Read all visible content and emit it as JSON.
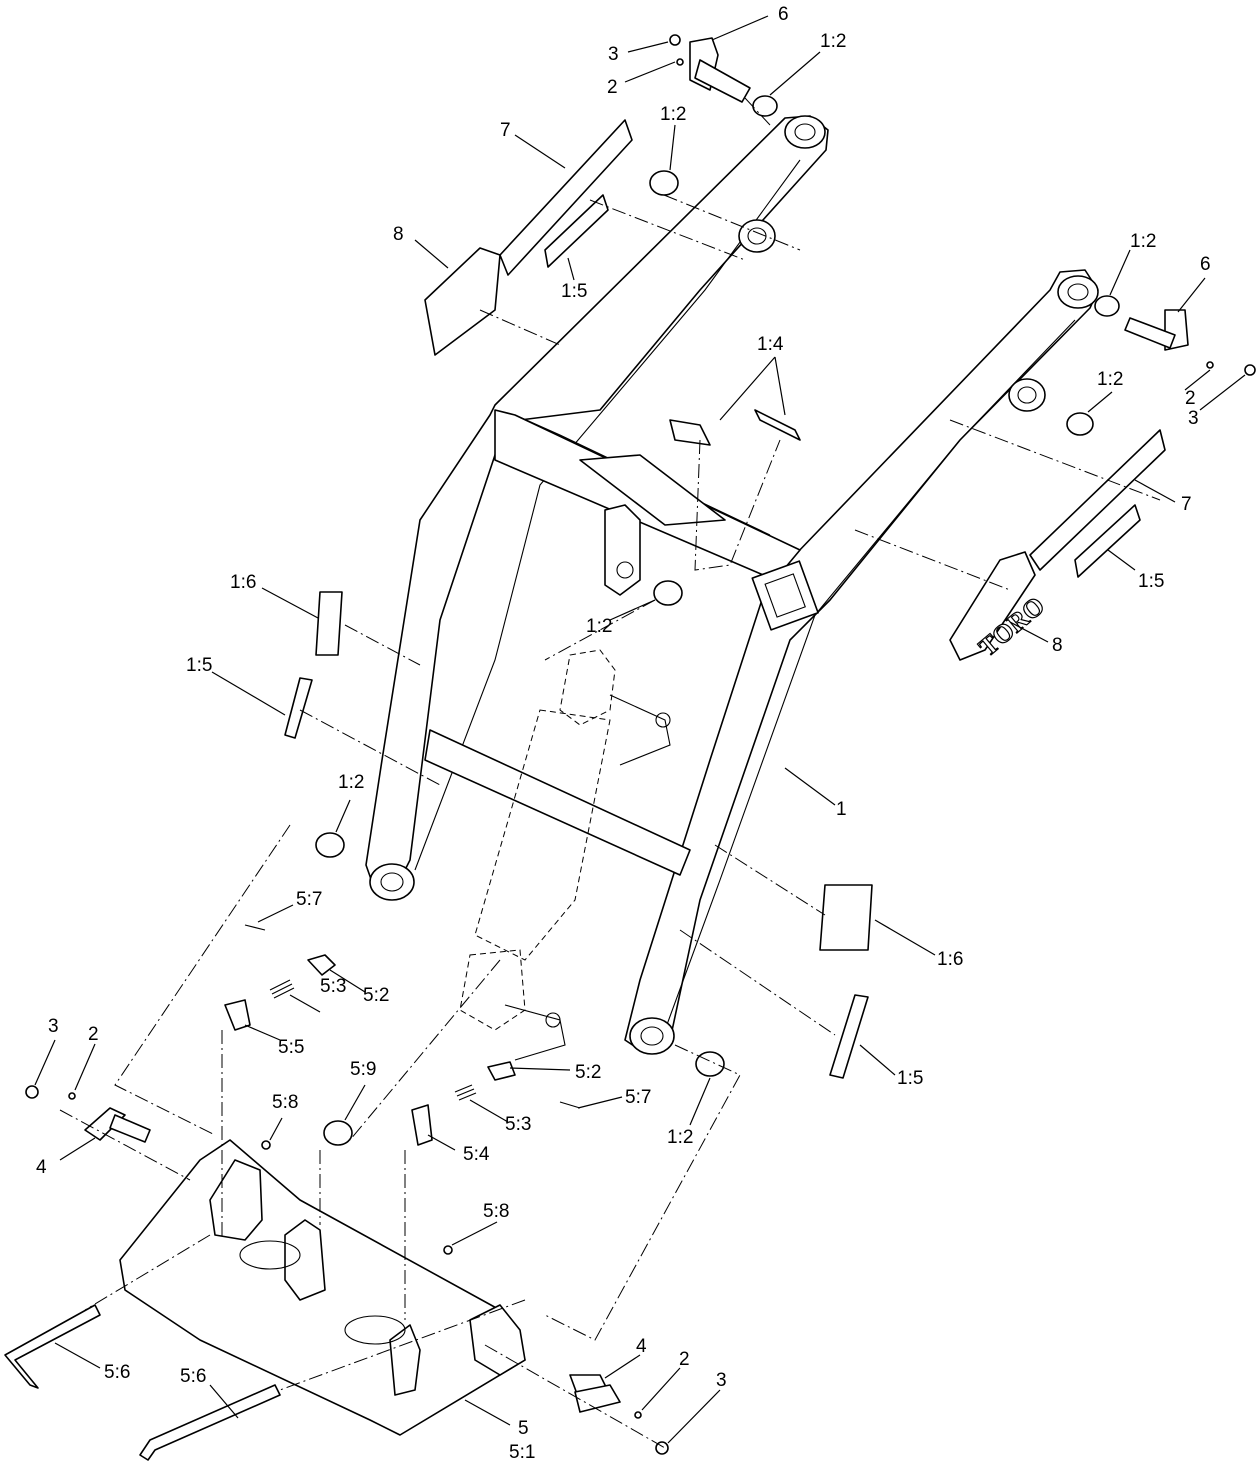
{
  "logo_text": "TORO",
  "callouts": [
    {
      "id": "c-6-top",
      "text": "6"
    },
    {
      "id": "c-3-top",
      "text": "3"
    },
    {
      "id": "c-2-top",
      "text": "2"
    },
    {
      "id": "c-1-2-top",
      "text": "1:2"
    },
    {
      "id": "c-1-2-upper",
      "text": "1:2"
    },
    {
      "id": "c-7-left",
      "text": "7"
    },
    {
      "id": "c-8-left",
      "text": "8"
    },
    {
      "id": "c-1-5-upper",
      "text": "1:5"
    },
    {
      "id": "c-1-2-right-top",
      "text": "1:2"
    },
    {
      "id": "c-6-right",
      "text": "6"
    },
    {
      "id": "c-1-4",
      "text": "1:4"
    },
    {
      "id": "c-1-2-right-mid",
      "text": "1:2"
    },
    {
      "id": "c-2-right",
      "text": "2"
    },
    {
      "id": "c-3-right",
      "text": "3"
    },
    {
      "id": "c-7-right",
      "text": "7"
    },
    {
      "id": "c-1-5-right",
      "text": "1:5"
    },
    {
      "id": "c-8-right",
      "text": "8"
    },
    {
      "id": "c-1-6-left",
      "text": "1:6"
    },
    {
      "id": "c-1-2-center",
      "text": "1:2"
    },
    {
      "id": "c-1-5-left",
      "text": "1:5"
    },
    {
      "id": "c-1",
      "text": "1"
    },
    {
      "id": "c-1-2-left-low",
      "text": "1:2"
    },
    {
      "id": "c-5-7-upper",
      "text": "5:7"
    },
    {
      "id": "c-5-2-upper",
      "text": "5:2"
    },
    {
      "id": "c-5-3-upper",
      "text": "5:3"
    },
    {
      "id": "c-5-5",
      "text": "5:5"
    },
    {
      "id": "c-1-6-right",
      "text": "1:6"
    },
    {
      "id": "c-1-5-right-low",
      "text": "1:5"
    },
    {
      "id": "c-3-left",
      "text": "3"
    },
    {
      "id": "c-2-left",
      "text": "2"
    },
    {
      "id": "c-5-9",
      "text": "5:9"
    },
    {
      "id": "c-5-2-lower",
      "text": "5:2"
    },
    {
      "id": "c-5-7-lower",
      "text": "5:7"
    },
    {
      "id": "c-5-8-upper",
      "text": "5:8"
    },
    {
      "id": "c-5-3-lower",
      "text": "5:3"
    },
    {
      "id": "c-1-2-right-low",
      "text": "1:2"
    },
    {
      "id": "c-4-left",
      "text": "4"
    },
    {
      "id": "c-5-4",
      "text": "5:4"
    },
    {
      "id": "c-5-8-lower",
      "text": "5:8"
    },
    {
      "id": "c-4-right",
      "text": "4"
    },
    {
      "id": "c-2-bottom",
      "text": "2"
    },
    {
      "id": "c-3-bottom",
      "text": "3"
    },
    {
      "id": "c-5-6-left",
      "text": "5:6"
    },
    {
      "id": "c-5-6-bottom",
      "text": "5:6"
    },
    {
      "id": "c-5",
      "text": "5"
    },
    {
      "id": "c-5-1",
      "text": "5:1"
    }
  ]
}
